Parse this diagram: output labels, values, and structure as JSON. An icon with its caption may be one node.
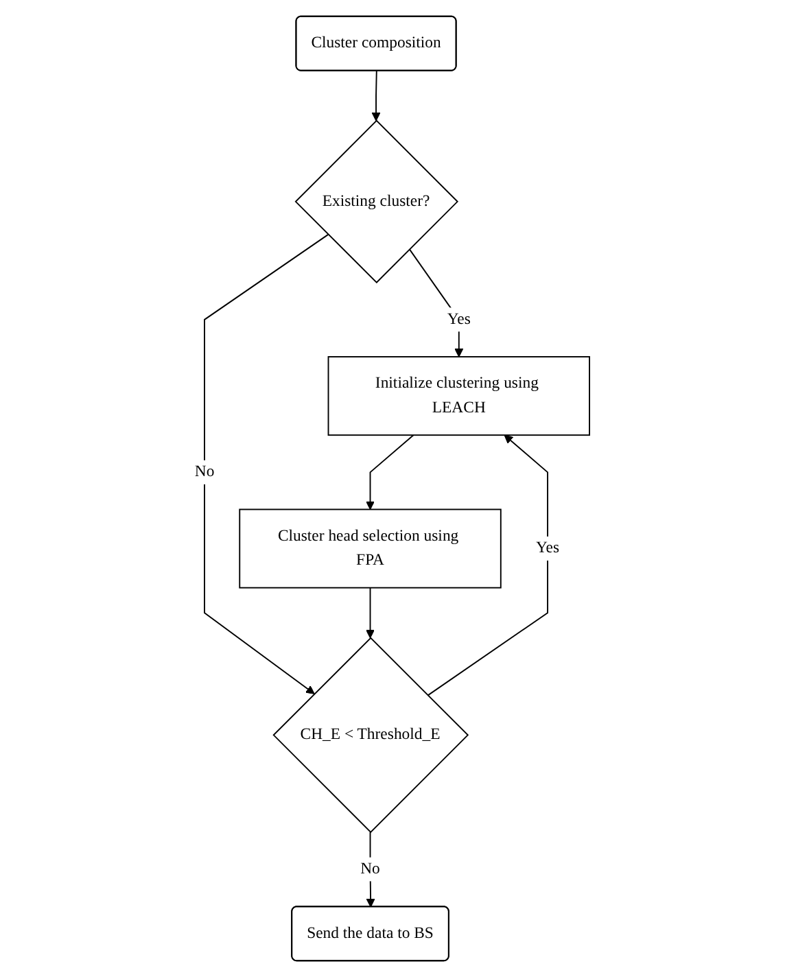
{
  "diagram": {
    "nodes": [
      {
        "text": [
          "Cluster composition"
        ]
      },
      {
        "text": [
          "Existing cluster?"
        ]
      },
      {
        "text": [
          "Initialize clustering using LEACH"
        ]
      },
      {
        "text": [
          "Cluster head selection using FPA"
        ]
      },
      {
        "text": [
          "CH_E < Threshold_E"
        ]
      },
      {
        "text": [
          "Send the data to BS"
        ]
      }
    ],
    "edges": [
      {
        "from": 0,
        "to": 1,
        "arrow": "to"
      },
      {
        "from": 1,
        "to": 2,
        "arrow": "to",
        "label": "Yes"
      },
      {
        "from": 1,
        "to": 4,
        "arrow": "to",
        "label": "No"
      },
      {
        "from": 2,
        "to": 3,
        "arrow": "to"
      },
      {
        "from": 3,
        "to": 4,
        "arrow": "to"
      },
      {
        "from": 4,
        "to": 2,
        "arrow": "to",
        "label": "Yes"
      },
      {
        "from": 4,
        "to": 5,
        "arrow": "to",
        "label": "No"
      }
    ]
  }
}
